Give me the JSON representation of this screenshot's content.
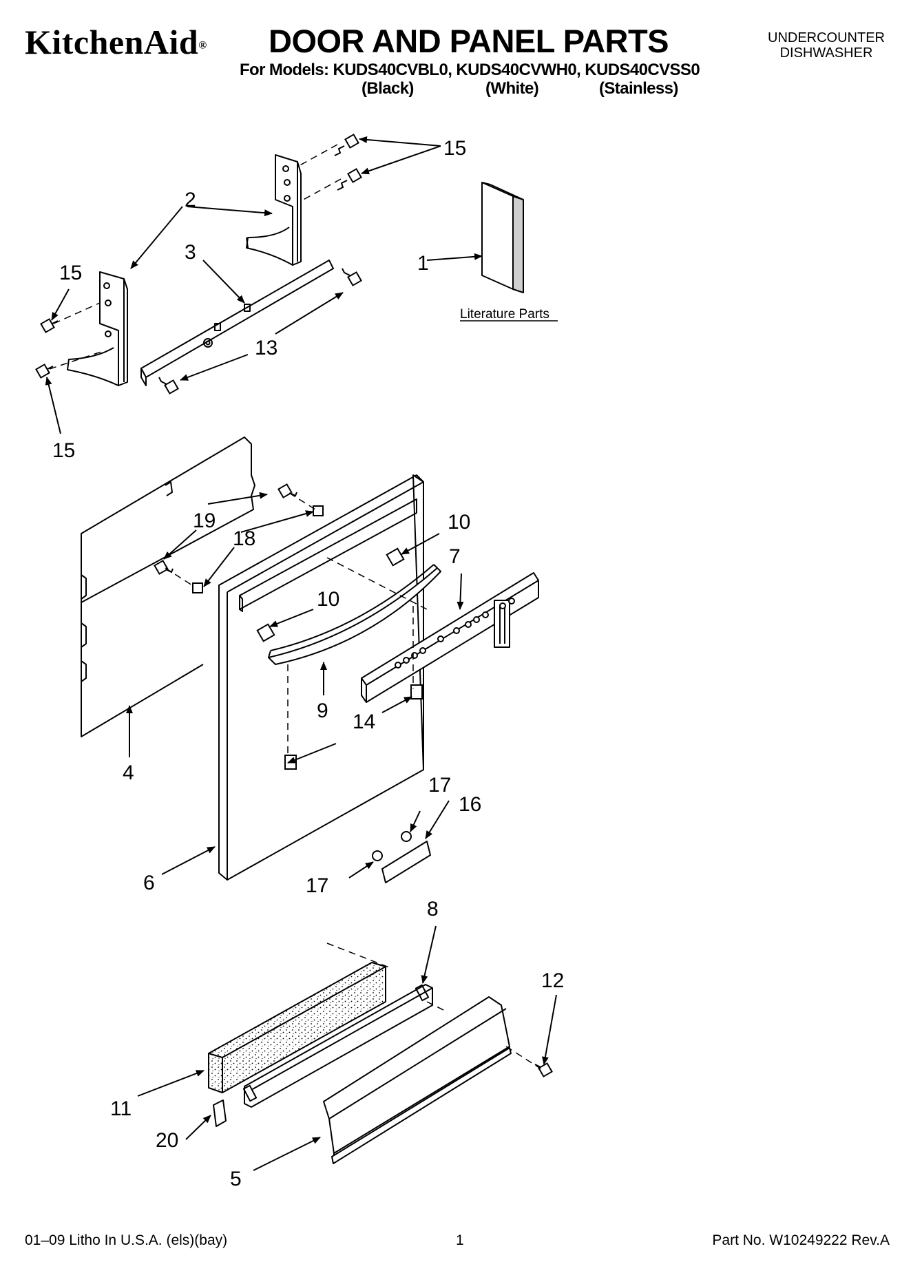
{
  "header": {
    "brand": "KitchenAid",
    "brand_mark": "®",
    "title": "DOOR AND PANEL PARTS",
    "category_line1": "UNDERCOUNTER",
    "category_line2": "DISHWASHER",
    "models_line": "For Models: KUDS40CVBL0, KUDS40CVWH0, KUDS40CVSS0",
    "variants": [
      "(Black)",
      "(White)",
      "(Stainless)"
    ]
  },
  "literature_label": "Literature Parts",
  "callouts": [
    "1",
    "2",
    "3",
    "4",
    "5",
    "6",
    "7",
    "8",
    "9",
    "10",
    "11",
    "12",
    "13",
    "14",
    "15",
    "16",
    "17",
    "18",
    "19",
    "20"
  ],
  "footer": {
    "print_info": "01–09 Litho In U.S.A. (els)(bay)",
    "page_number": "1",
    "part_number": "Part No. W10249222 Rev.A"
  }
}
